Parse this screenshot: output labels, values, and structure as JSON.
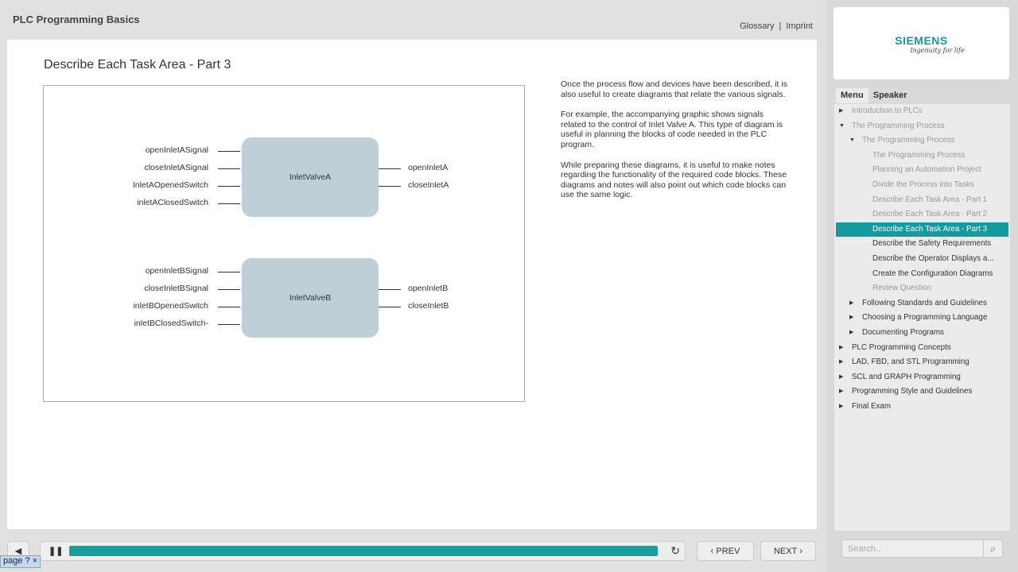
{
  "header": {
    "title": "PLC Programming Basics",
    "links": [
      "Glossary",
      "Imprint"
    ]
  },
  "slide": {
    "title": "Describe Each Task Area - Part 3",
    "paragraphs": [
      "Once the process flow and devices have been described, it is also useful to create diagrams that relate the various signals.",
      "For example, the accompanying graphic shows signals related to the control of Inlet Valve A. This type of diagram is useful in planning the blocks of code needed in the PLC program.",
      "While preparing these diagrams, it is useful to make notes regarding the functionality of the required code blocks. These diagrams and notes will also point out which code blocks can use the same logic."
    ],
    "diagram": {
      "a": {
        "name": "InletValveA",
        "inputs": [
          "openInletASignal",
          "closeInletASignal",
          "InletAOpenedSwitch",
          "inletAClosedSwitch"
        ],
        "outputs": [
          "openInletA",
          "closeInletA"
        ]
      },
      "b": {
        "name": "InletValveB",
        "inputs": [
          "openInletBSignal",
          "closeInletBSignal",
          "inletBOpenedSwitch",
          "inletBClosedSwitch-"
        ],
        "outputs": [
          "openInletB",
          "closeInletB"
        ]
      }
    }
  },
  "sidebar": {
    "logo": "SIEMENS",
    "tagline": "Ingenuity for life",
    "tabs": [
      "Menu",
      "Speaker"
    ],
    "items": [
      {
        "label": "Introduction to PLCs",
        "level": 0,
        "arrow": "right",
        "state": "visited"
      },
      {
        "label": "The Programming Process",
        "level": 0,
        "arrow": "down",
        "state": "visited"
      },
      {
        "label": "The Programming Process",
        "level": 1,
        "arrow": "down",
        "state": "visited"
      },
      {
        "label": "The Programming Process",
        "level": 2,
        "state": "visited"
      },
      {
        "label": "Planning an Automation Project",
        "level": 2,
        "state": "visited"
      },
      {
        "label": "Divide the Process into Tasks",
        "level": 2,
        "state": "visited"
      },
      {
        "label": "Describe Each Task Area - Part 1",
        "level": 2,
        "state": "visited"
      },
      {
        "label": "Describe Each Task Area - Part 2",
        "level": 2,
        "state": "visited"
      },
      {
        "label": "Describe Each Task Area - Part 3",
        "level": 2,
        "state": "selected"
      },
      {
        "label": "Describe the Safety Requirements",
        "level": 2,
        "state": "default"
      },
      {
        "label": "Describe the Operator Displays a...",
        "level": 2,
        "state": "default"
      },
      {
        "label": "Create the Configuration Diagrams",
        "level": 2,
        "state": "default"
      },
      {
        "label": "Review Question",
        "level": 2,
        "state": "visited"
      },
      {
        "label": "Following Standards and Guidelines",
        "level": 1,
        "arrow": "right",
        "state": "default"
      },
      {
        "label": "Choosing a Programming Language",
        "level": 1,
        "arrow": "right",
        "state": "default"
      },
      {
        "label": "Documenting Programs",
        "level": 1,
        "arrow": "right",
        "state": "default"
      },
      {
        "label": "PLC Programming Concepts",
        "level": 0,
        "arrow": "right",
        "state": "default"
      },
      {
        "label": "LAD, FBD, and STL Programming",
        "level": 0,
        "arrow": "right",
        "state": "default"
      },
      {
        "label": "SCL and GRAPH Programming",
        "level": 0,
        "arrow": "right",
        "state": "default"
      },
      {
        "label": "Programming Style and Guidelines",
        "level": 0,
        "arrow": "right",
        "state": "default"
      },
      {
        "label": "Final Exam",
        "level": 0,
        "arrow": "right",
        "state": "default"
      }
    ],
    "search_placeholder": "Search..."
  },
  "player": {
    "progress": 1.0,
    "prev": "PREV",
    "next": "NEXT",
    "tooltip": "page",
    "accent": "#17a09b"
  }
}
